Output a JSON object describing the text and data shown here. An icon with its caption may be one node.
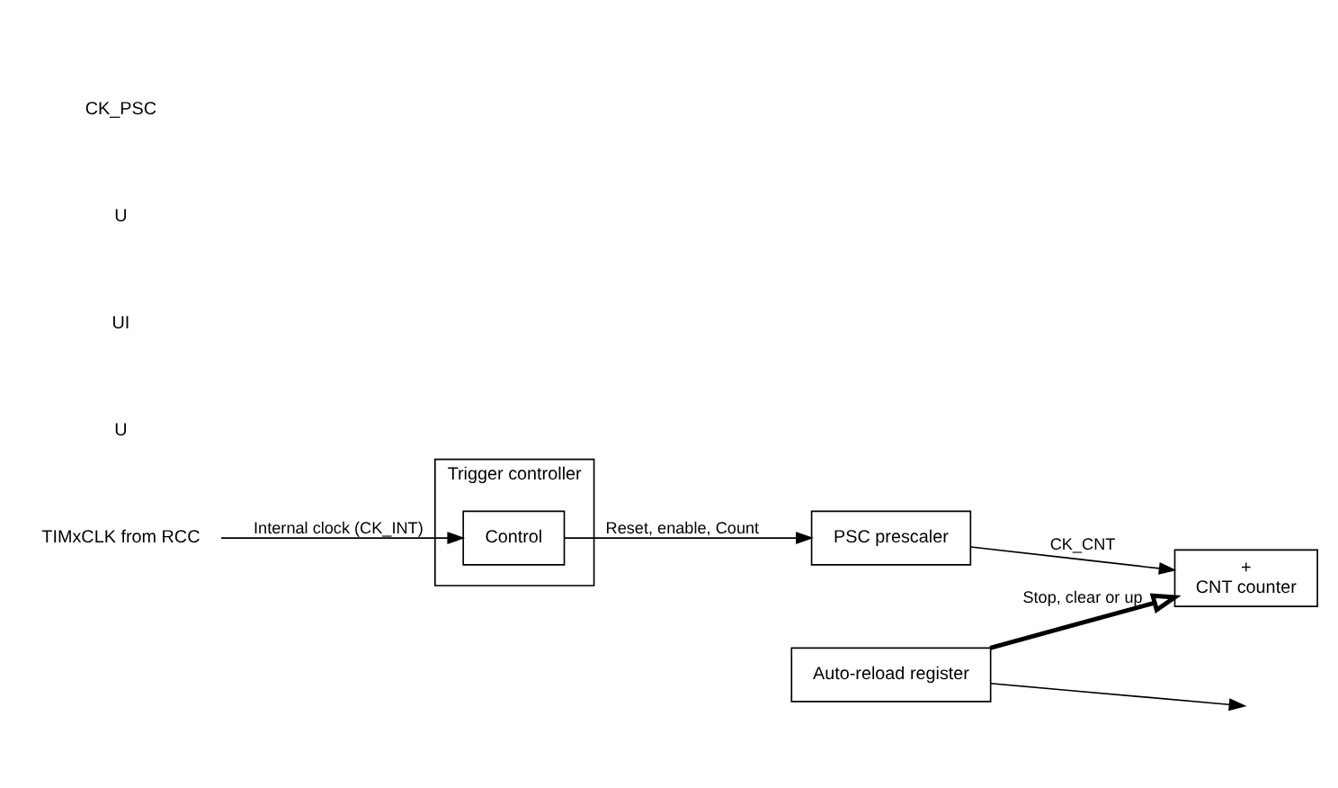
{
  "diagram": {
    "nodes": [
      {
        "text": [
          "TIMxCLK from RCC"
        ]
      },
      {
        "text": [
          "Trigger controller"
        ]
      },
      {
        "text": [
          "Control"
        ],
        "in": 1
      },
      {
        "text": [
          "Auto-reload register"
        ]
      },
      {
        "text": [
          "PSC prescaler"
        ]
      },
      {
        "text": [
          "+",
          "CNT counter"
        ]
      }
    ],
    "edges": [
      {
        "from": 0,
        "to": 2,
        "arrow": "to",
        "label": "Internal clock (CK_INT)"
      },
      {
        "from": 2,
        "to": 4,
        "arrow": "to",
        "label": "Reset, enable, Count"
      },
      {
        "from": 4,
        "to": 5,
        "arrow": "to",
        "label": "CK_CNT"
      },
      {
        "from": 3,
        "to": 5,
        "arrow": "to",
        "label": "Stop, clear or up",
        "style": "thick"
      },
      {
        "from": 3,
        "to": null,
        "arrow": "to"
      }
    ],
    "labels": [
      "U",
      "UI",
      "U",
      "CK_PSC"
    ]
  }
}
